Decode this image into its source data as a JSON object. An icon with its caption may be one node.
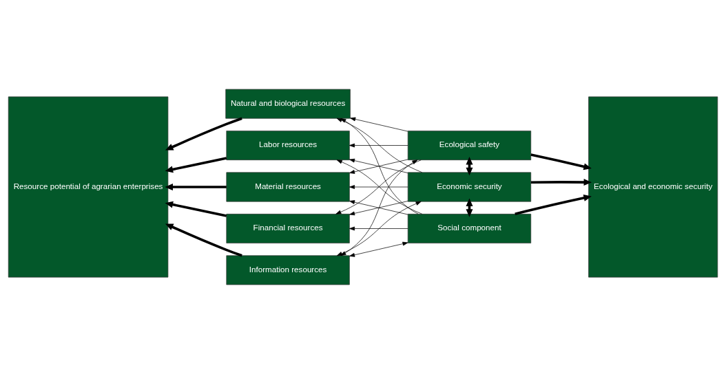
{
  "diagram": {
    "nodes": [
      {
        "text": [
          "Resource potential of agrarian enterprises"
        ]
      },
      {
        "text": [
          "Natural and biological resources"
        ]
      },
      {
        "text": [
          "Labor resources"
        ]
      },
      {
        "text": [
          "Material resources"
        ]
      },
      {
        "text": [
          "Financial resources"
        ]
      },
      {
        "text": [
          "Information resources"
        ]
      },
      {
        "text": [
          "Ecological safety"
        ]
      },
      {
        "text": [
          "Economic security"
        ]
      },
      {
        "text": [
          "Social component"
        ]
      },
      {
        "text": [
          "Ecological and economic security"
        ]
      }
    ],
    "edges": [
      {
        "from": 1,
        "to": 0,
        "arrow": "to",
        "style": "thick"
      },
      {
        "from": 2,
        "to": 0,
        "arrow": "to",
        "style": "thick"
      },
      {
        "from": 3,
        "to": 0,
        "arrow": "to",
        "style": "thick"
      },
      {
        "from": 4,
        "to": 0,
        "arrow": "to",
        "style": "thick"
      },
      {
        "from": 5,
        "to": 0,
        "arrow": "to",
        "style": "thick"
      },
      {
        "from": 6,
        "to": 1,
        "arrow": "to"
      },
      {
        "from": 6,
        "to": 2,
        "arrow": "to"
      },
      {
        "from": 6,
        "to": 3,
        "arrow": "to"
      },
      {
        "from": 6,
        "to": 4,
        "arrow": "to"
      },
      {
        "from": 6,
        "to": 5,
        "arrow": "both"
      },
      {
        "from": 7,
        "to": 1,
        "arrow": "to"
      },
      {
        "from": 7,
        "to": 2,
        "arrow": "to"
      },
      {
        "from": 7,
        "to": 3,
        "arrow": "to"
      },
      {
        "from": 7,
        "to": 4,
        "arrow": "to"
      },
      {
        "from": 7,
        "to": 5,
        "arrow": "both"
      },
      {
        "from": 8,
        "to": 1,
        "arrow": "to"
      },
      {
        "from": 8,
        "to": 2,
        "arrow": "to"
      },
      {
        "from": 8,
        "to": 3,
        "arrow": "to"
      },
      {
        "from": 8,
        "to": 4,
        "arrow": "to"
      },
      {
        "from": 8,
        "to": 5,
        "arrow": "both"
      },
      {
        "from": 6,
        "to": 7,
        "arrow": "both",
        "style": "thick"
      },
      {
        "from": 7,
        "to": 8,
        "arrow": "both",
        "style": "thick"
      },
      {
        "from": 6,
        "to": 9,
        "arrow": "to",
        "style": "thick"
      },
      {
        "from": 7,
        "to": 9,
        "arrow": "to",
        "style": "thick"
      },
      {
        "from": 8,
        "to": 9,
        "arrow": "to",
        "style": "thick"
      }
    ]
  }
}
